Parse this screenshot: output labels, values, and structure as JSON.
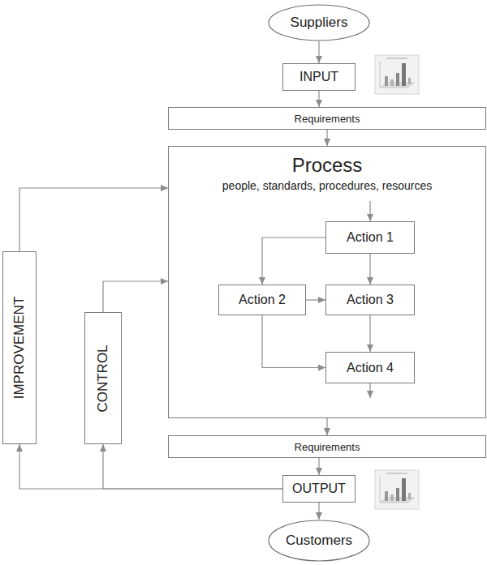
{
  "diagram": {
    "nodes": [
      {
        "text": [
          "Suppliers"
        ]
      },
      {
        "text": [
          "INPUT"
        ]
      },
      {
        "text": [
          "Requirements"
        ]
      },
      {
        "text": [
          "Process",
          "people, standards, procedures, resources"
        ]
      },
      {
        "text": [
          "Action 1"
        ],
        "in": 3
      },
      {
        "text": [
          "Action 2"
        ],
        "in": 3
      },
      {
        "text": [
          "Action 3"
        ],
        "in": 3
      },
      {
        "text": [
          "Action 4"
        ],
        "in": 3
      },
      {
        "text": [
          "IMPROVEMENT"
        ]
      },
      {
        "text": [
          "CONTROL"
        ]
      },
      {
        "text": [
          "Requirements"
        ]
      },
      {
        "text": [
          "OUTPUT"
        ]
      },
      {
        "text": [
          "Customers"
        ]
      }
    ],
    "edges": [
      {
        "from": 0,
        "to": 1,
        "arrow": "to"
      },
      {
        "from": 1,
        "to": 2,
        "arrow": "to"
      },
      {
        "from": 2,
        "to": 3,
        "arrow": "to"
      },
      {
        "from": 4,
        "to": 5,
        "arrow": "to"
      },
      {
        "from": 4,
        "to": 6,
        "arrow": "to"
      },
      {
        "from": 5,
        "to": 6,
        "arrow": "to"
      },
      {
        "from": 5,
        "to": 7,
        "arrow": "to"
      },
      {
        "from": 6,
        "to": 7,
        "arrow": "to"
      },
      {
        "from": 3,
        "to": 10,
        "arrow": "to"
      },
      {
        "from": 10,
        "to": 11,
        "arrow": "to"
      },
      {
        "from": 11,
        "to": 12,
        "arrow": "to"
      },
      {
        "from": 11,
        "to": 8,
        "arrow": "to"
      },
      {
        "from": 11,
        "to": 9,
        "arrow": "to"
      },
      {
        "from": 8,
        "to": 3,
        "arrow": "to"
      },
      {
        "from": 9,
        "to": 3,
        "arrow": "to"
      }
    ]
  }
}
